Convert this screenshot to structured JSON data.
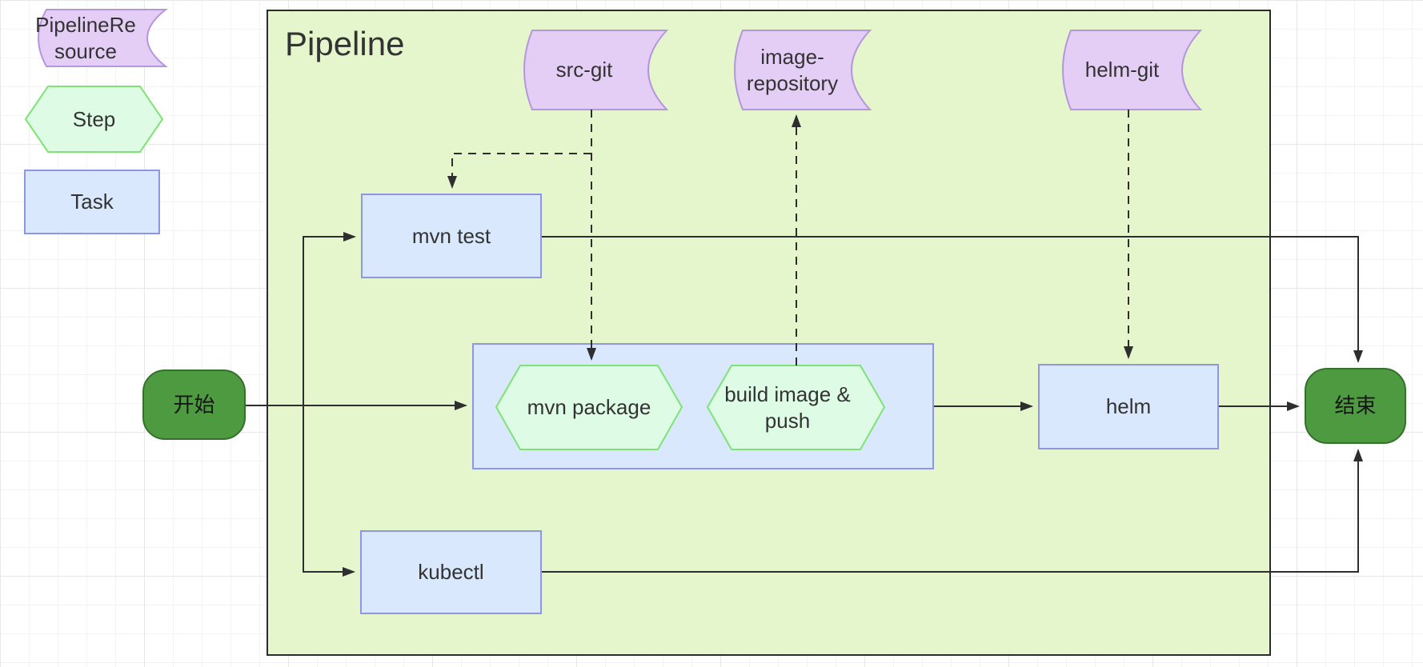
{
  "colors": {
    "pipeline_fill": "#e5f5cc",
    "pipeline_stroke": "#2b2b2b",
    "task_fill": "#d9e8fc",
    "task_stroke": "#8d97e3",
    "step_fill": "#defbe6",
    "step_stroke": "#7ee374",
    "resource_fill": "#e4cef5",
    "resource_stroke": "#b496dc",
    "terminal_fill": "#4e9a40",
    "terminal_stroke": "#35702e",
    "edge_color": "#2e2e2e"
  },
  "legend": {
    "items": [
      {
        "label": "PipelineRe\nsource",
        "shape": "stored-data"
      },
      {
        "label": "Step",
        "shape": "hexagon"
      },
      {
        "label": "Task",
        "shape": "rectangle"
      }
    ]
  },
  "pipeline": {
    "title": "Pipeline"
  },
  "resources": {
    "src_git": {
      "label": "src-git"
    },
    "image_repository": {
      "label": "image-\nrepository"
    },
    "helm_git": {
      "label": "helm-git"
    }
  },
  "tasks": {
    "mvn_test": {
      "label": "mvn test"
    },
    "kubectl": {
      "label": "kubectl"
    },
    "helm": {
      "label": "helm"
    }
  },
  "steps": {
    "mvn_package": {
      "label": "mvn package"
    },
    "build_image_push": {
      "label": "build image &\npush"
    }
  },
  "terminals": {
    "start": {
      "label": "开始"
    },
    "end": {
      "label": "结束"
    }
  },
  "edges": [
    {
      "from": "start",
      "to": "mvn-test",
      "style": "solid"
    },
    {
      "from": "start",
      "to": "package-task",
      "style": "solid"
    },
    {
      "from": "start",
      "to": "kubectl",
      "style": "solid"
    },
    {
      "from": "mvn-test",
      "to": "end",
      "style": "solid"
    },
    {
      "from": "kubectl",
      "to": "end",
      "style": "solid"
    },
    {
      "from": "package-task",
      "to": "helm",
      "style": "solid"
    },
    {
      "from": "helm",
      "to": "end",
      "style": "solid"
    },
    {
      "from": "src-git",
      "to": "mvn-test",
      "style": "dashed"
    },
    {
      "from": "src-git",
      "to": "mvn-package",
      "style": "dashed"
    },
    {
      "from": "build-image-push",
      "to": "image-repository",
      "style": "dashed"
    },
    {
      "from": "helm-git",
      "to": "helm",
      "style": "dashed"
    }
  ]
}
